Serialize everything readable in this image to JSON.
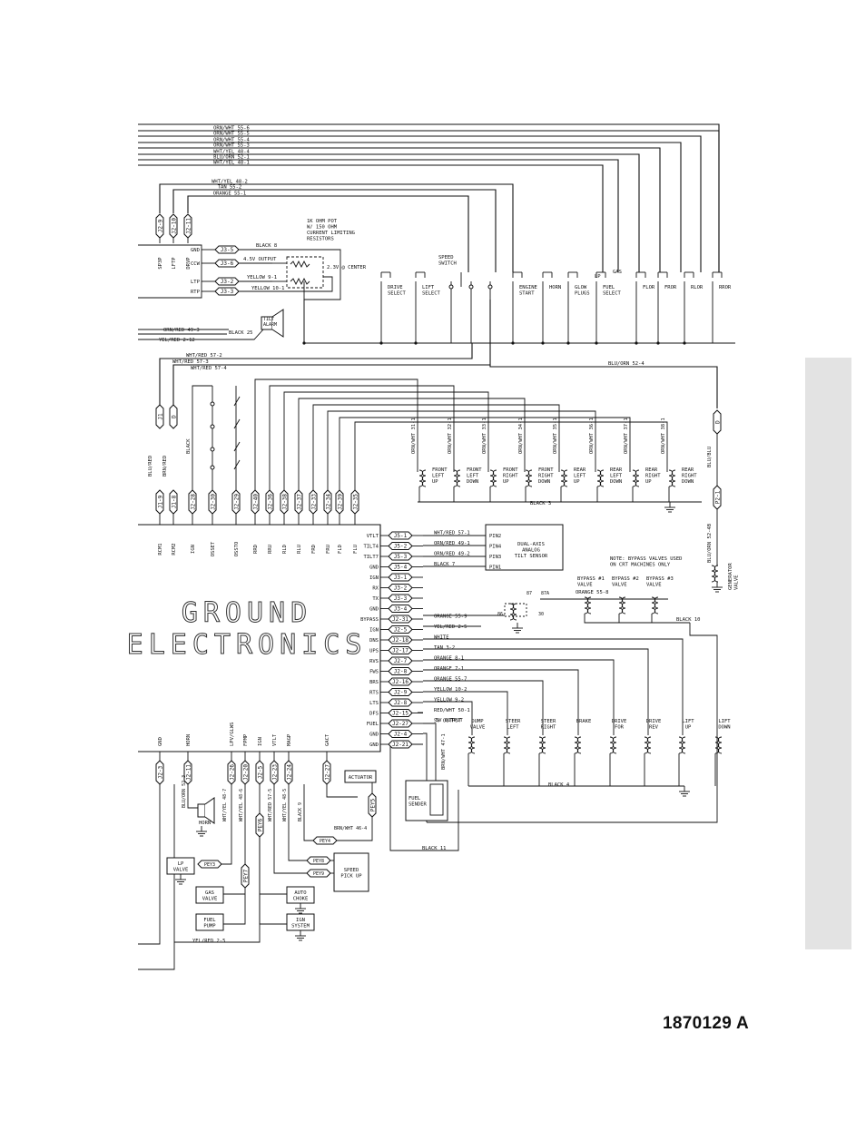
{
  "document_number": "1870129 A",
  "title": {
    "line1": "GROUND",
    "line2": "ELECTRONICS"
  },
  "top_wires": [
    "ORN/WHT 55-6",
    "ORN/WHT 55-5",
    "ORN/WHT 55-4",
    "ORN/WHT 55-3",
    "WHT/YEL 48-4",
    "BLU/ORN 52-1",
    "WHT/YEL 48-1"
  ],
  "second_wires": [
    "WHT/YEL 48-2",
    "TAN 55-2",
    "ORANGE 55-1"
  ],
  "top_switches": [
    {
      "label": "DRIVE\nSELECT"
    },
    {
      "label": "LIFT\nSELECT"
    },
    {
      "label": "ENGINE\nSTART"
    },
    {
      "label": "HORN"
    },
    {
      "label": "GLOW\nPLUGS"
    },
    {
      "label": "FUEL\nSELECT"
    },
    {
      "label": "FLOR"
    },
    {
      "label": "FROR"
    },
    {
      "label": "RLOR"
    },
    {
      "label": "RROR"
    }
  ],
  "speed_switch": "SPEED\nSWITCH",
  "lp_label": "LP",
  "gas_label": "GAS",
  "pot_note": "1K OHM POT\nW/ 150 OHM\nCURRENT LIMITING\nRESISTORS",
  "pot_outputs": [
    "4.5V OUTPUT",
    "2.3V @ CENTER"
  ],
  "left_top_connectors": [
    "J2-9",
    "J2-10",
    "J2-11"
  ],
  "left_top_labels": [
    "SP3P",
    "LFTP",
    "DRVP"
  ],
  "pot_pins": [
    "GND",
    "CCW",
    "LTP",
    "RTP"
  ],
  "pot_connectors": [
    "J3-5",
    "J3-6",
    "J3-2",
    "J3-3"
  ],
  "pot_wires": [
    "BLACK 8",
    "YELLOW 9-1",
    "YELLOW 10-1"
  ],
  "tilt_alarm": "TILT\nALARM",
  "black_25": "BLACK 25",
  "left_mid_wires": [
    "ORN/RED 49-3",
    "YEL/RED 2-12",
    "WHT/RED 57-2",
    "WHT/RED 57-3",
    "WHT/RED 57-4"
  ],
  "blu_orn_52_4": "BLU/ORN 52-4",
  "bottom_left_vert_wires": [
    "BLU/RED",
    "BRN/RED",
    "BLACK"
  ],
  "j1_connectors": [
    "J1-9",
    "J1-8",
    "J2-28",
    "J2-30",
    "J2-29",
    "J2-40",
    "J2-36",
    "J2-38",
    "J2-37",
    "J2-33",
    "J2-34",
    "J2-39",
    "J2-35"
  ],
  "j1_labels": [
    "RCM1",
    "RCM2",
    "IGN",
    "OSSET",
    "OSSTO",
    "RRD",
    "RRU",
    "RLD",
    "RLU",
    "FRD",
    "FRU",
    "FLD",
    "FLU"
  ],
  "valve_wires": [
    "ORN/WHT 31-1",
    "ORN/WHT 32-1",
    "ORN/WHT 33-1",
    "ORN/WHT 34-1",
    "ORN/WHT 35-1",
    "ORN/WHT 36-1",
    "ORN/WHT 37-1",
    "ORN/WHT 38-1"
  ],
  "valves_top": [
    "FRONT\nLEFT\nUP",
    "FRONT\nLEFT\nDOWN",
    "FRONT\nRIGHT\nUP",
    "FRONT\nRIGHT\nDOWN",
    "REAR\nLEFT\nUP",
    "REAR\nLEFT\nDOWN",
    "REAR\nRIGHT\nUP",
    "REAR\nRIGHT\nDOWN"
  ],
  "black_3": "BLACK 3",
  "blu_blu": "BLU/BLU",
  "p2_1": "P2-1",
  "generator_valve": "GENERATOR\nVALVE",
  "blu_orn_52_4b": "BLU/ORN 52-4B",
  "j5_rows": [
    {
      "pin": "VTLT",
      "conn": "J5-1",
      "wire": "WHT/RED 57-1"
    },
    {
      "pin": "TILT4",
      "conn": "J5-2",
      "wire": "ORN/RED 49-1"
    },
    {
      "pin": "TILT7",
      "conn": "J5-3",
      "wire": "ORN/RED 49-2"
    },
    {
      "pin": "GND",
      "conn": "J5-4",
      "wire": "BLACK 7"
    },
    {
      "pin": "IGN",
      "conn": "J3-1",
      "wire": ""
    },
    {
      "pin": "RX",
      "conn": "J3-2",
      "wire": ""
    },
    {
      "pin": "TX",
      "conn": "J3-3",
      "wire": ""
    },
    {
      "pin": "GND",
      "conn": "J3-4",
      "wire": ""
    },
    {
      "pin": "BYPASS",
      "conn": "J2-31",
      "wire": "ORANGE 55-9"
    },
    {
      "pin": "IGN",
      "conn": "J2-5",
      "wire": "YEL/RED 2-5"
    },
    {
      "pin": "DNS",
      "conn": "J2-18",
      "wire": "WHITE"
    },
    {
      "pin": "UPS",
      "conn": "J2-17",
      "wire": "TAN 3-2"
    },
    {
      "pin": "RVS",
      "conn": "J2-7",
      "wire": "ORANGE 8-1"
    },
    {
      "pin": "FWS",
      "conn": "J2-8",
      "wire": "ORANGE 7-1"
    },
    {
      "pin": "BRS",
      "conn": "J2-16",
      "wire": "ORANGE 55-7"
    },
    {
      "pin": "RTS",
      "conn": "J2-9",
      "wire": "YELLOW 10-2"
    },
    {
      "pin": "LTS",
      "conn": "J2-8",
      "wire": "YELLOW 9-2"
    },
    {
      "pin": "DFS",
      "conn": "J2-15",
      "wire": "RED/WHT 50-1"
    },
    {
      "pin": "FUEL",
      "conn": "J2-27",
      "wire": "5V OUTPUT"
    },
    {
      "pin": "GND",
      "conn": "J2-4",
      "wire": ""
    },
    {
      "pin": "GND",
      "conn": "J2-21",
      "wire": ""
    }
  ],
  "tilt_sensor": {
    "pins": [
      "PIN2",
      "PIN4",
      "PIN3",
      "PIN1"
    ],
    "label": "DUAL-AXIS\nANALOG\nTILT SENSOR"
  },
  "bypass_note": "NOTE: BYPASS VALVES USED\nON CRT MACHINES ONLY",
  "bypass_valves": [
    "BYPASS #1\nVALVE",
    "BYPASS #2\nVALVE",
    "BYPASS #3\nVALVE"
  ],
  "orange_55_8": "ORANGE 55-8",
  "relay_labels": [
    "87",
    "87A",
    "86",
    "30",
    "85"
  ],
  "black_10": "BLACK 10",
  "bottom_valves": [
    "DUMP\nVALVE",
    "STEER\nLEFT",
    "STEER\nRIGHT",
    "BRAKE",
    "DRIVE\nFOR",
    "DRIVE\nREV",
    "LIFT\nUP",
    "LIFT\nDOWN"
  ],
  "black_4": "BLACK 4",
  "brn_wht_47_1": "BRN/WHT 47-1",
  "fuel_sender": "FUEL\nSENDER",
  "black_11": "BLACK 11",
  "bottom_j2_connectors": [
    "J2-3",
    "J2-11",
    "J2-26",
    "J2-20",
    "J2-5",
    "J2-23",
    "J2-24",
    "J2-27"
  ],
  "bottom_j2_labels": [
    "GND",
    "HORN",
    "LPV/GLWS",
    "FPMP",
    "IGN",
    "VTLT",
    "MAGP",
    "GACT"
  ],
  "bottom_vert_wires": [
    "BLU/ORN 52-3",
    "WHT/YEL 48-7",
    "WHT/YEL 48-6",
    "WHT/RED 57-5",
    "WHT/YEL 48-5",
    "BLACK 9"
  ],
  "horn": "HORN",
  "actuator": "ACTUATOR",
  "pe_conns": [
    "PEY3",
    "PEY4",
    "PEY5",
    "PEY6",
    "PEY7",
    "PEY8",
    "PEY9"
  ],
  "brn_wht_46_4": "BRN/WHT 46-4",
  "lp_valve": "LP\nVALVE",
  "gas_valve": "GAS\nVALVE",
  "fuel_pump": "FUEL\nPUMP",
  "auto_choke": "AUTO\nCHOKE",
  "ign_system": "IGN\nSYSTEM",
  "speed_pickup": "SPEED\nPICK UP",
  "yel_red_2_5_bottom": "YEL/RED 2-5"
}
